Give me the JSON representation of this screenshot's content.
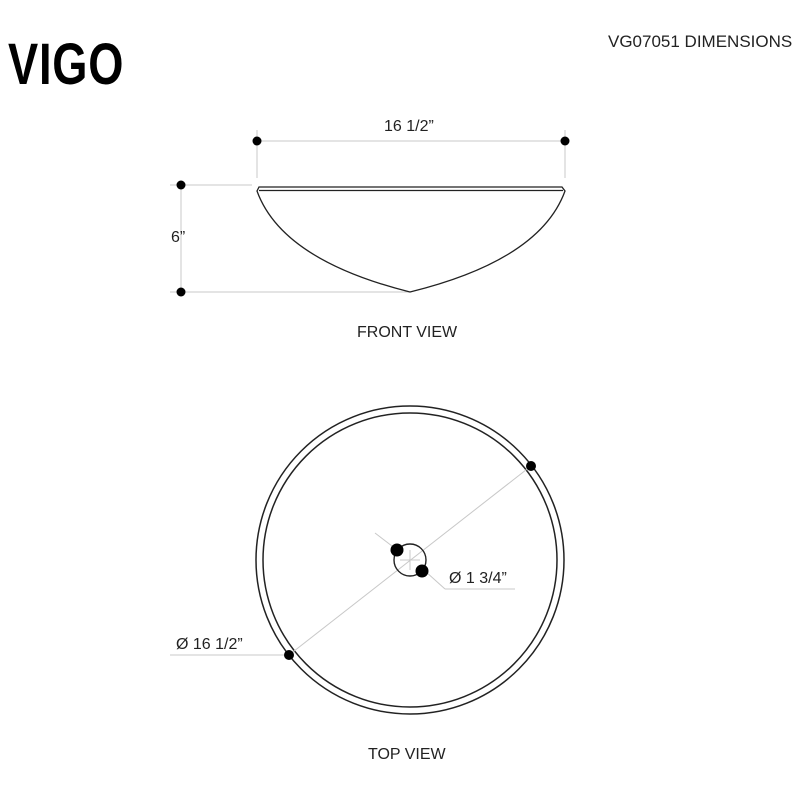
{
  "brand": {
    "logo_text": "VIGO"
  },
  "header": {
    "title": "VG07051 DIMENSIONS"
  },
  "front_view": {
    "label": "FRONT VIEW",
    "width_dimension": "16 1/2”",
    "height_dimension": "6”"
  },
  "top_view": {
    "label": "TOP VIEW",
    "outer_diameter": "Ø 16 1/2”",
    "drain_diameter": "Ø 1 3/4”"
  },
  "colors": {
    "line": "#222222",
    "dim_line": "#c8c8c8",
    "dot": "#000000"
  }
}
